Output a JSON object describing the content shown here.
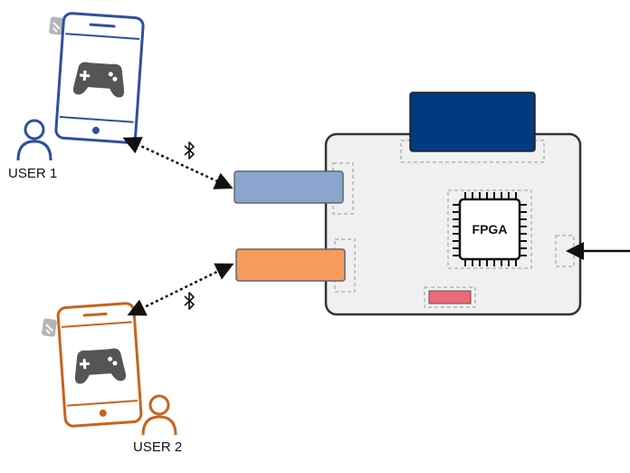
{
  "users": [
    {
      "label": "USER 1",
      "color": "#2f4f9e",
      "icon": "gamepad-phone-icon"
    },
    {
      "label": "USER 2",
      "color": "#c8631c",
      "icon": "gamepad-phone-icon"
    }
  ],
  "board": {
    "chip_label": "FPGA",
    "bg_color": "#f0f0f0",
    "top_module_color": "#003b80",
    "module_1_color": "#8aa6cf",
    "module_2_color": "#f79b5c",
    "led_color": "#ee6a77"
  },
  "links": [
    {
      "type": "bluetooth",
      "icon": "bluetooth-icon"
    },
    {
      "type": "bluetooth",
      "icon": "bluetooth-icon"
    }
  ]
}
